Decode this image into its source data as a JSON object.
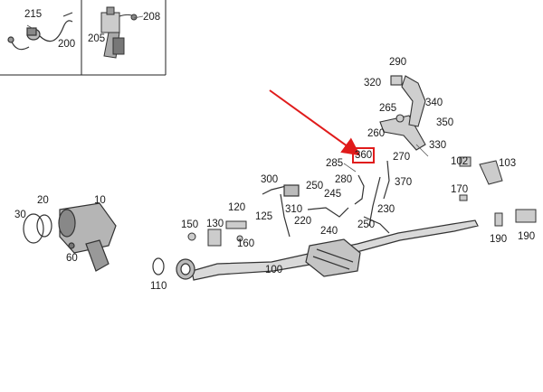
{
  "highlight_color": "#e01b1b",
  "inset_callouts": [
    "215",
    "200",
    "205",
    "208"
  ],
  "highlighted_callout": "360",
  "callouts": {
    "c10": "10",
    "c20": "20",
    "c30": "30",
    "c60": "60",
    "c100": "100",
    "c102": "102",
    "c103": "103",
    "c110": "110",
    "c120": "120",
    "c125": "125",
    "c130": "130",
    "c150": "150",
    "c160": "160",
    "c170": "170",
    "c190a": "190",
    "c190b": "190",
    "c220": "220",
    "c230": "230",
    "c240": "240",
    "c245": "245",
    "c250a": "250",
    "c250b": "250",
    "c260": "260",
    "c265": "265",
    "c270": "270",
    "c280": "280",
    "c285": "285",
    "c290": "290",
    "c300": "300",
    "c310": "310",
    "c320": "320",
    "c330": "330",
    "c340": "340",
    "c350": "350",
    "c360": "360",
    "c370": "370"
  }
}
